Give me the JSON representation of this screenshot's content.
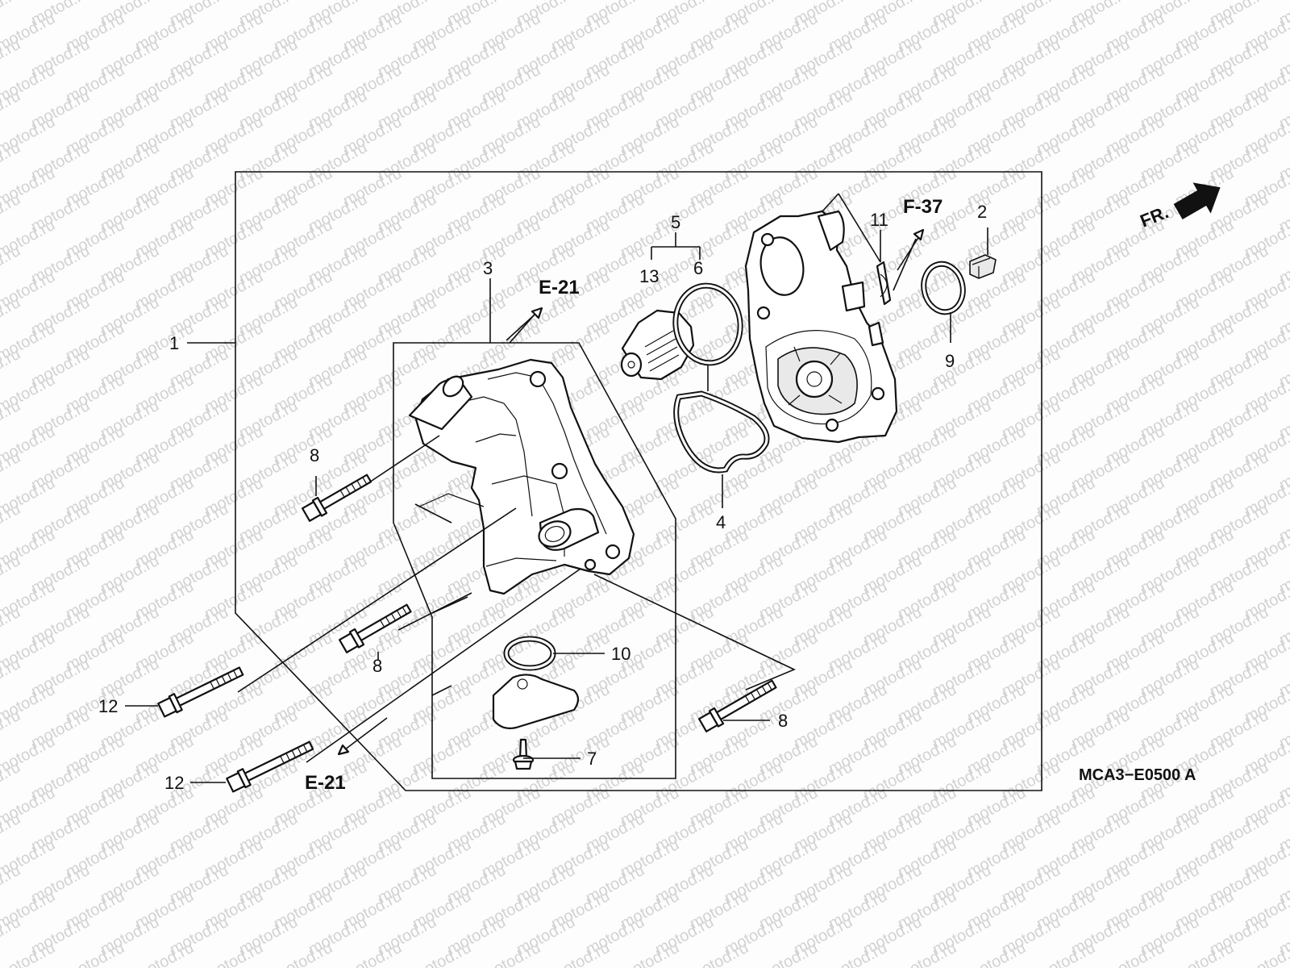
{
  "watermark": {
    "text": "motod.ru"
  },
  "diagram_code": "MCA3−E0500 A",
  "direction": {
    "label": "FR."
  },
  "refs": {
    "e21_top": "E-21",
    "e21_bottom": "E-21",
    "f37": "F-37"
  },
  "callouts": {
    "c1": "1",
    "c2": "2",
    "c3": "3",
    "c4": "4",
    "c5": "5",
    "c6": "6",
    "c7": "7",
    "c8a": "8",
    "c8b": "8",
    "c8c": "8",
    "c9": "9",
    "c10": "10",
    "c11": "11",
    "c12a": "12",
    "c12b": "12",
    "c13": "13"
  },
  "icons": {
    "arrow": "front-direction-arrow-icon",
    "bolt": "flange-bolt-icon",
    "screw": "screw-icon",
    "thermostat": "thermostat-icon",
    "seal": "o-ring-icon"
  }
}
